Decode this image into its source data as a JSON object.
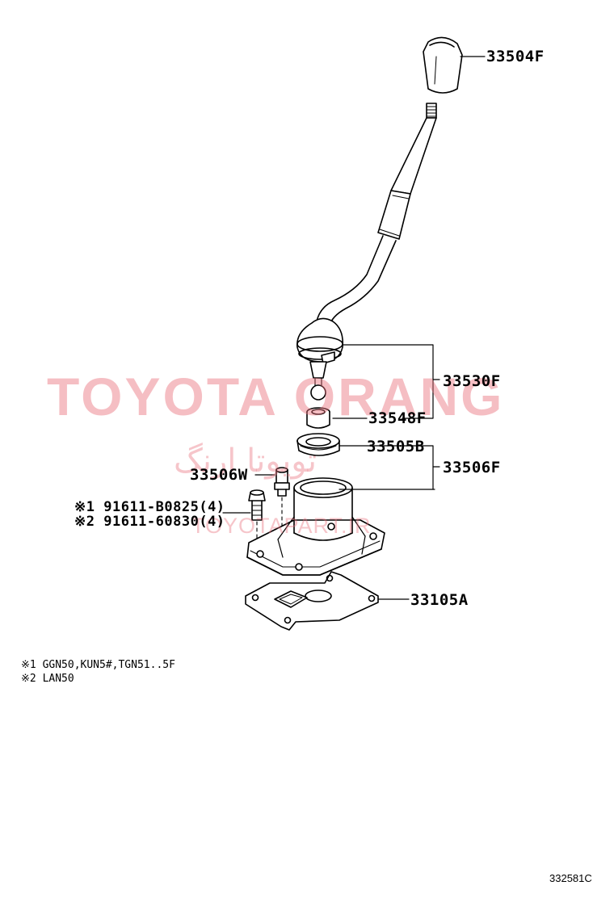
{
  "parts": {
    "knob": "33504F",
    "lever_assy": "33530F",
    "bushing": "33548F",
    "boot": "33505B",
    "retainer_assy": "33506F",
    "pin": "33506W",
    "gasket": "33105A"
  },
  "bolts": [
    {
      "mark": "※1",
      "code": "91611-B0825",
      "qty": "(4)"
    },
    {
      "mark": "※2",
      "code": "91611-60830",
      "qty": "(4)"
    }
  ],
  "notes": [
    {
      "mark": "※1",
      "text": "GGN50,KUN5#,TGN51..5F"
    },
    {
      "mark": "※2",
      "text": "LAN50"
    }
  ],
  "watermark": {
    "main": "TOYOTA ORANG",
    "persian": "تویوتا ارنگ",
    "url": "TOYOTAPART.IR"
  },
  "figure_id": "332581C",
  "colors": {
    "line": "#000000",
    "watermark": "#e86e7a"
  }
}
